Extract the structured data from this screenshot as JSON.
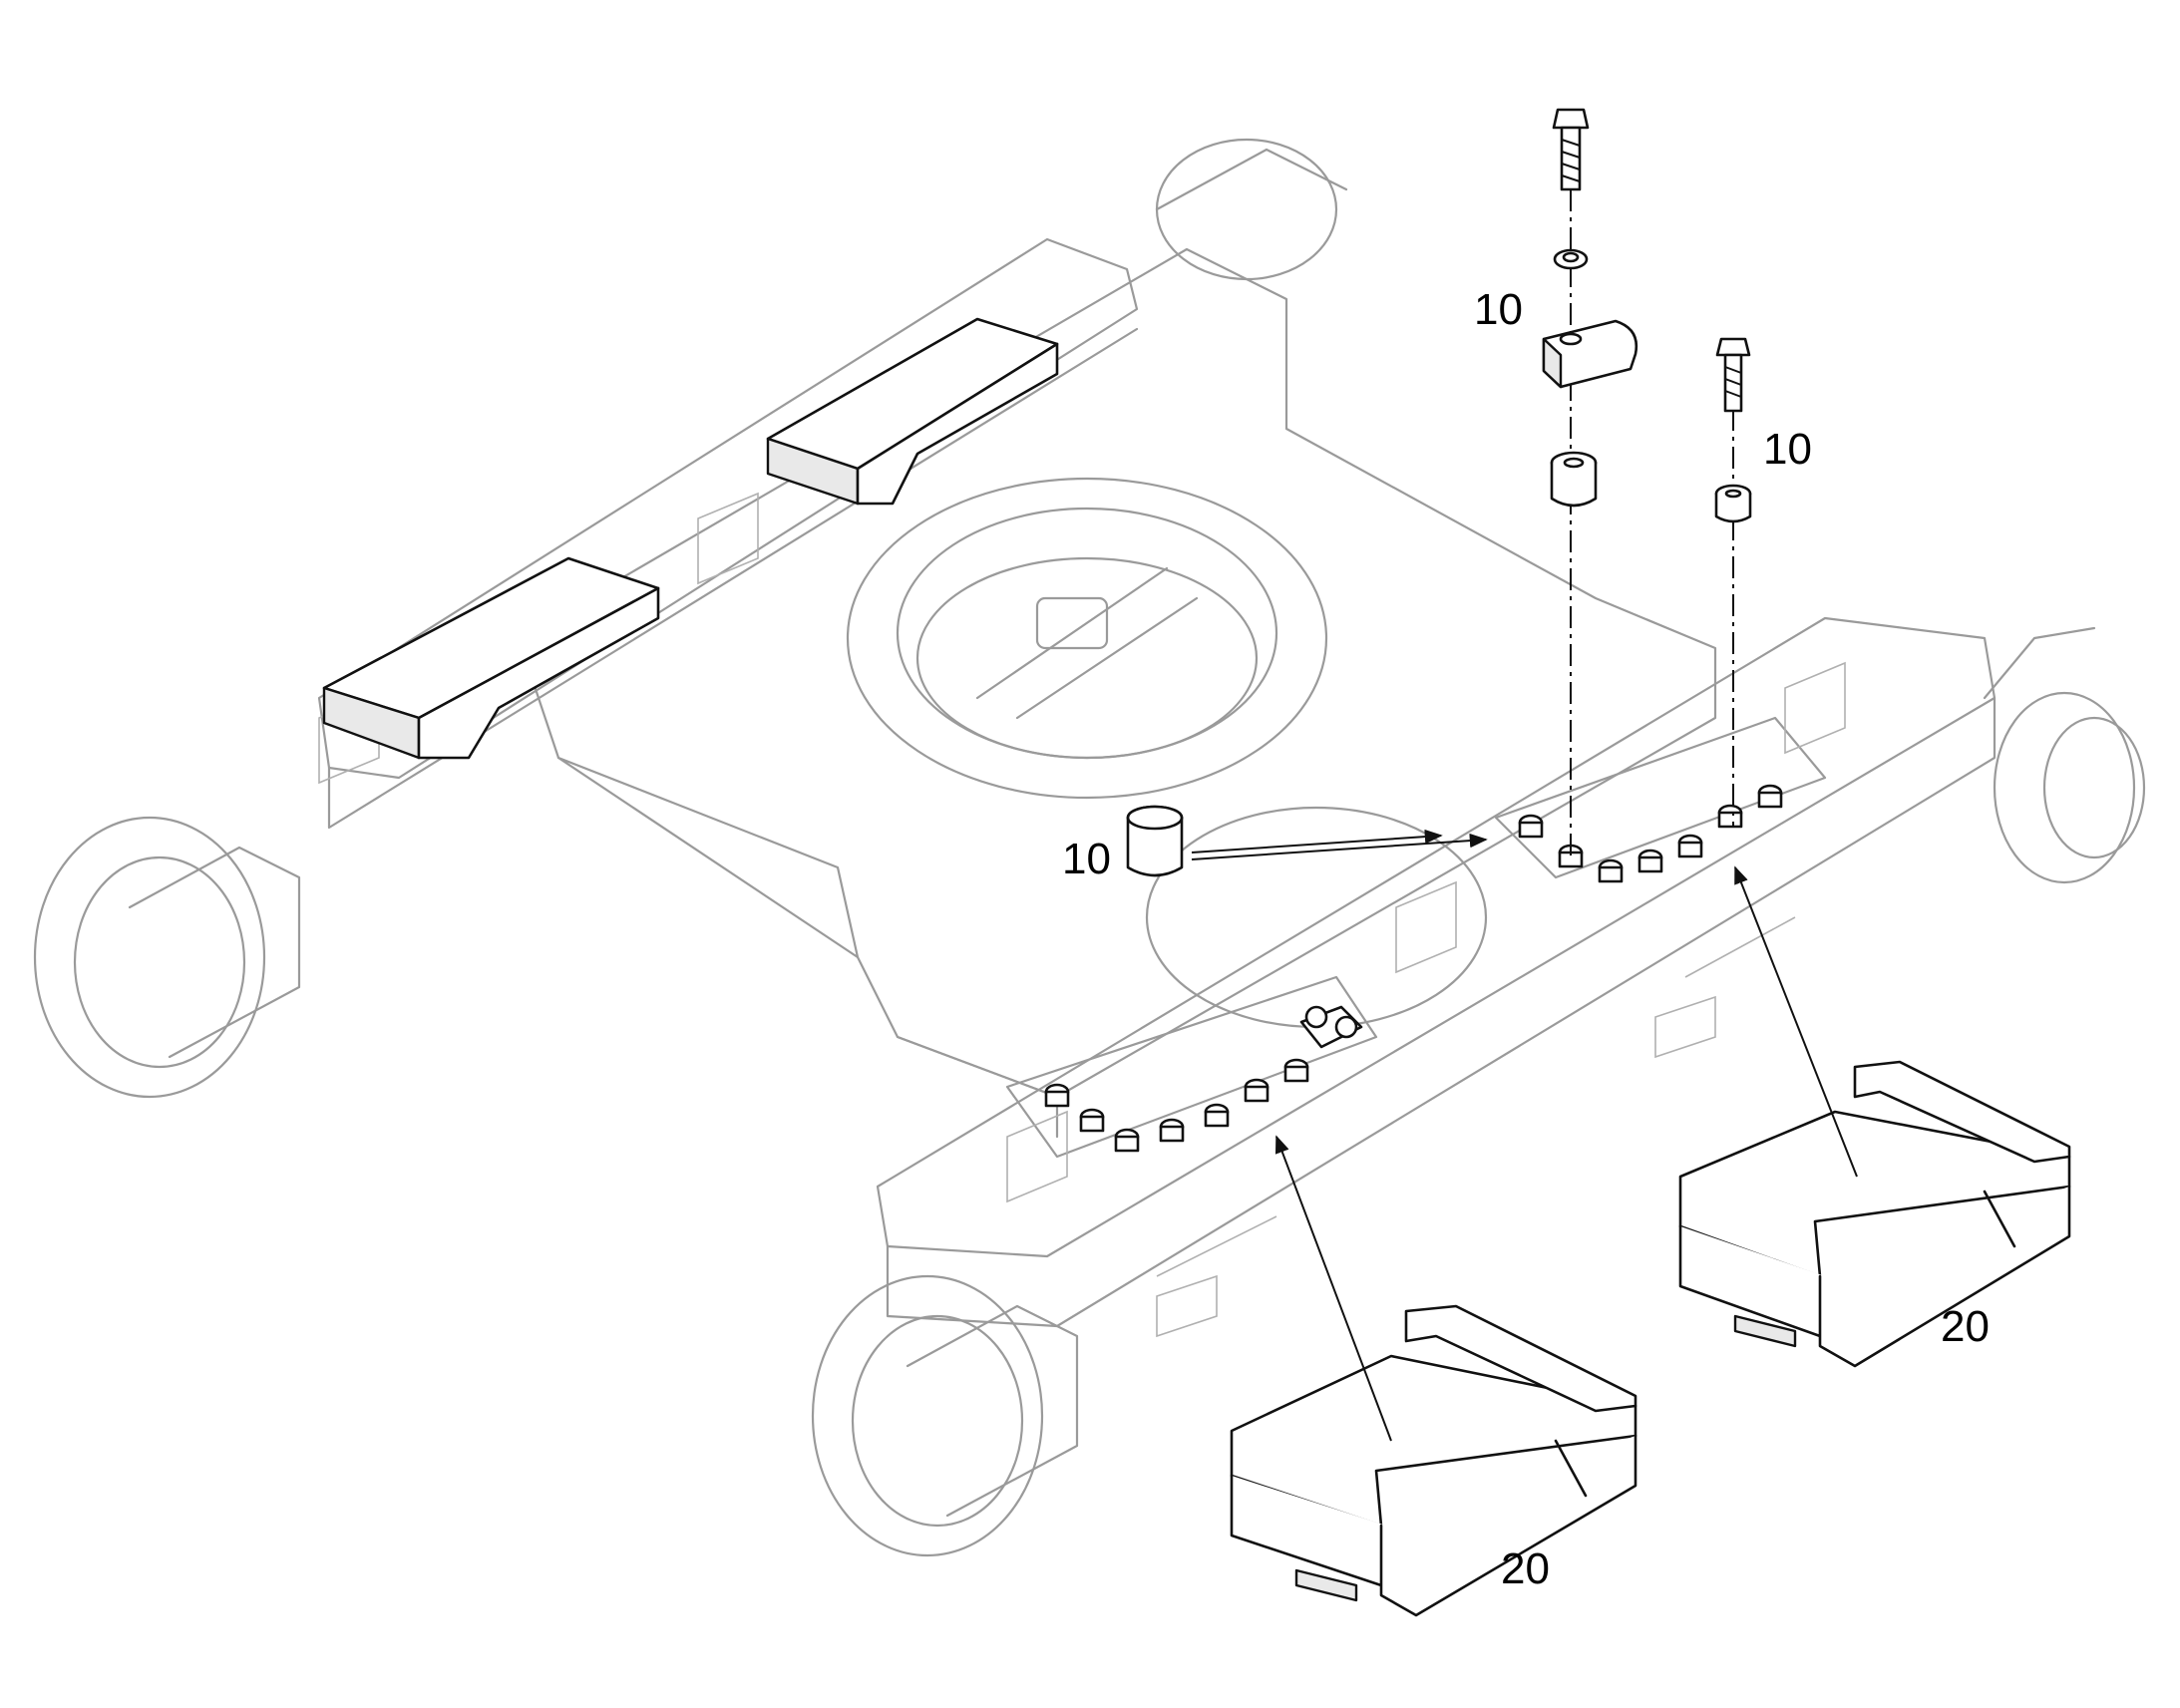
{
  "callouts": {
    "c1": "10",
    "c2": "10",
    "c3": "10",
    "c4": "20",
    "c5": "20"
  }
}
